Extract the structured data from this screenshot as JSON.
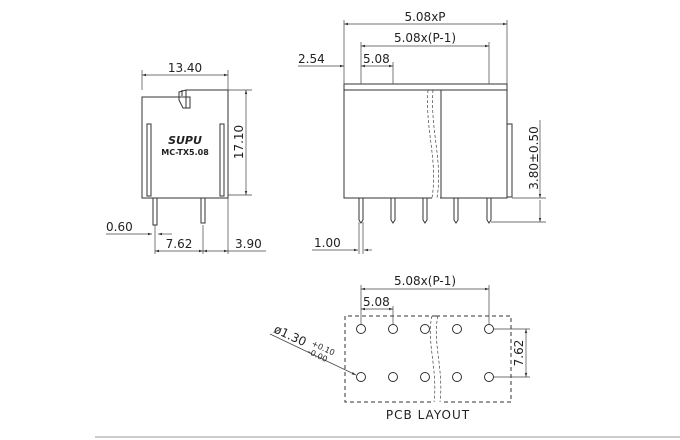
{
  "side_view": {
    "width_dim": "13.40",
    "height_dim": "17.10",
    "pin_width_dim": "0.60",
    "pin_spacing_dim": "7.62",
    "offset_dim": "3.90",
    "brand": "SUPU",
    "model": "MC-TX5.08"
  },
  "front_view": {
    "total_dim": "5.08xP",
    "span_dim": "5.08x(P-1)",
    "pitch_dim": "5.08",
    "edge_dim": "2.54",
    "pin_length_dim": "3.80±0.50",
    "pin_dim": "1.00"
  },
  "pcb_layout": {
    "span_dim": "5.08x(P-1)",
    "pitch_dim": "5.08",
    "row_dim": "7.62",
    "hole_dim": "ø1.30",
    "hole_tol_plus": "+0.10",
    "hole_tol_minus": "-0.00",
    "title": "PCB LAYOUT"
  }
}
